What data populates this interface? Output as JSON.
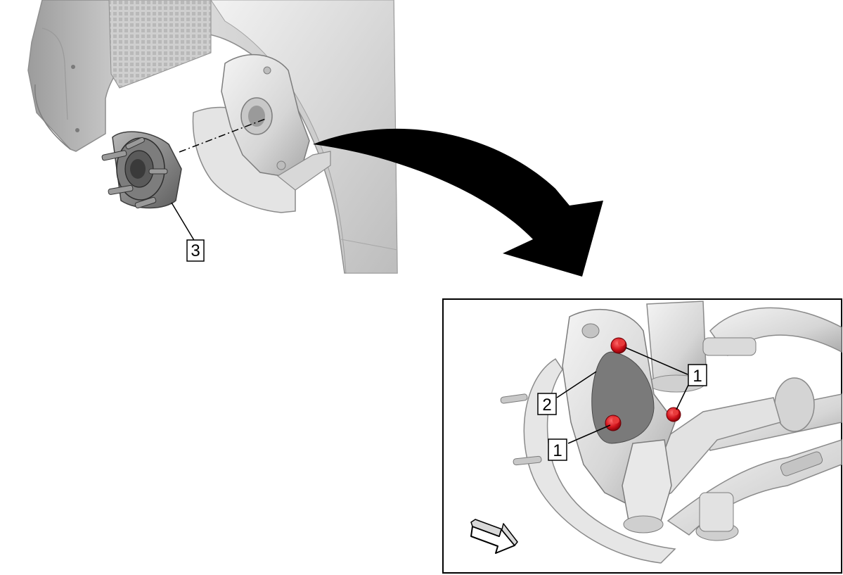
{
  "figure": {
    "callouts": {
      "hub_assembly": "3",
      "backing_plate": "2",
      "bolt_upper": "1",
      "bolt_lower": "1"
    },
    "colors": {
      "bolt": "#d0121a",
      "outline": "#000000",
      "fender": "#dcdcdc",
      "hub": "#8a8a8a",
      "opening": "#7a7a7a"
    },
    "icons": {
      "transition_arrow": "curved-arrow-icon",
      "direction_indicator": "direction-arrow-icon"
    }
  }
}
